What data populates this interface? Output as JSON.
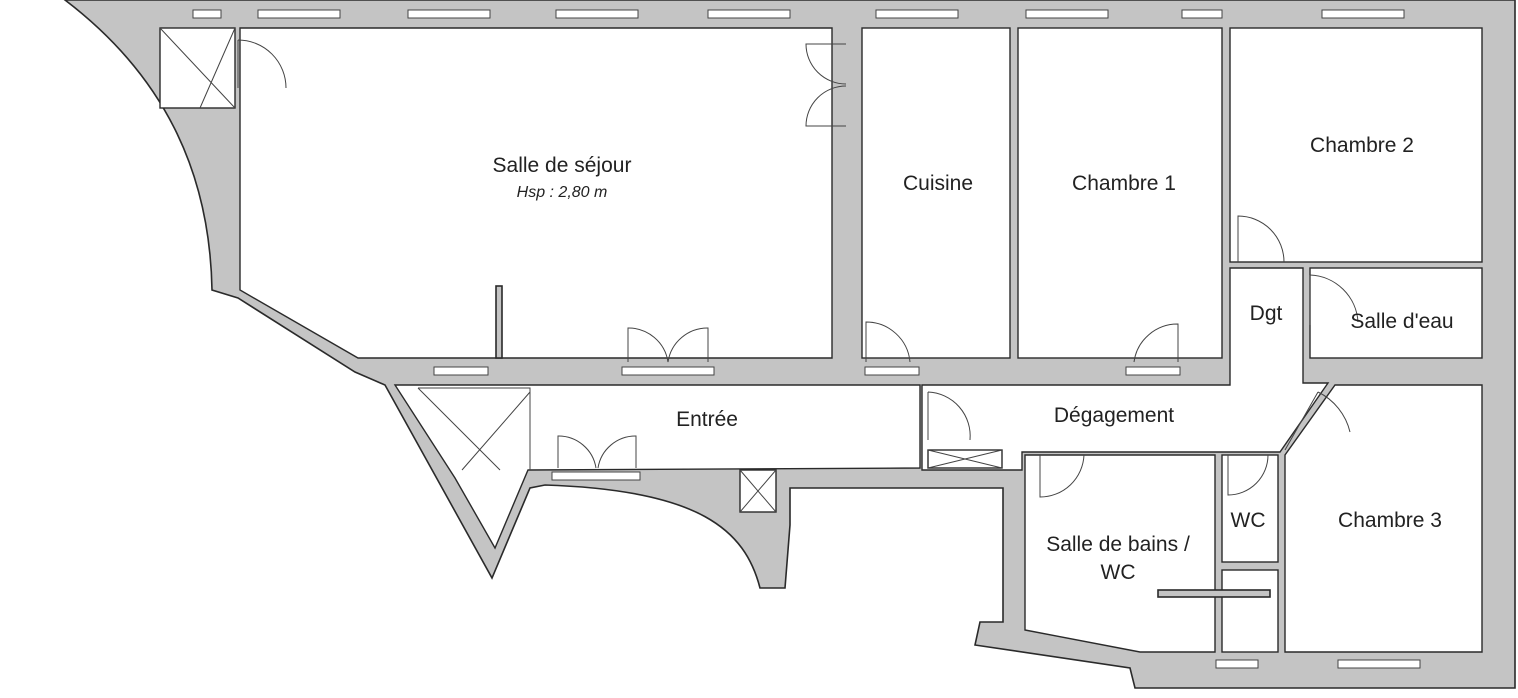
{
  "plan": {
    "rooms": {
      "sejour": {
        "name": "Salle de séjour",
        "height_note": "Hsp : 2,80 m"
      },
      "cuisine": {
        "name": "Cuisine"
      },
      "chambre1": {
        "name": "Chambre 1"
      },
      "chambre2": {
        "name": "Chambre 2"
      },
      "dgt": {
        "name": "Dgt"
      },
      "salle_eau": {
        "name": "Salle d'eau"
      },
      "entree": {
        "name": "Entrée"
      },
      "degagement": {
        "name": "Dégagement"
      },
      "salle_bains_line1": {
        "name": "Salle de bains /"
      },
      "salle_bains_line2": {
        "name": "WC"
      },
      "wc": {
        "name": "WC"
      },
      "chambre3": {
        "name": "Chambre 3"
      }
    },
    "colors": {
      "wall": "#c4c4c4",
      "outline": "#2a2a2a",
      "room": "#ffffff"
    }
  }
}
